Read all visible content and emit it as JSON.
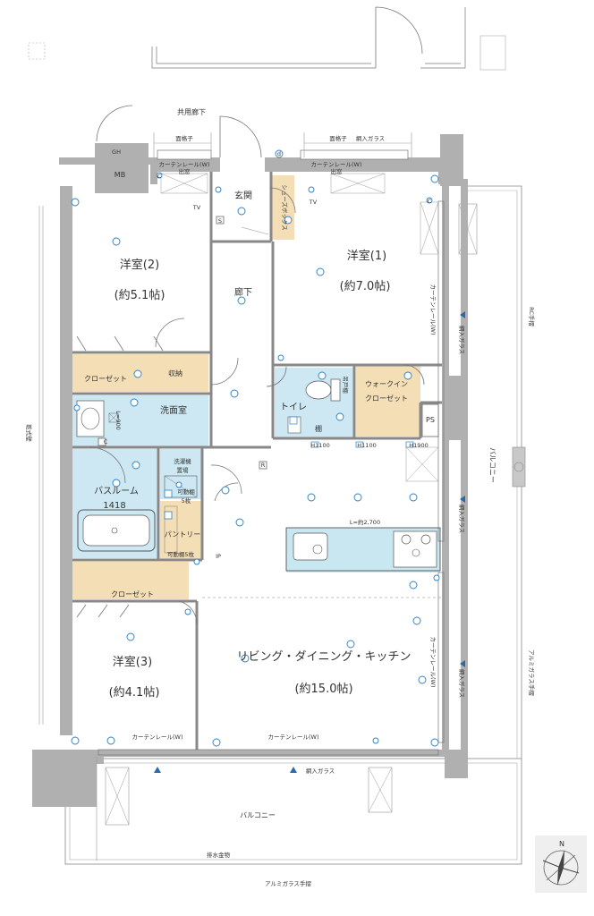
{
  "colors": {
    "wall": "#b0b0b0",
    "storage": "#f4deb6",
    "wet_area": "#cde8f2",
    "kitchen": "#c9e7f0",
    "symbol_blue": "#2a7fc4",
    "text": "#333333"
  },
  "rooms": {
    "western1_name": "洋室(1)",
    "western1_size": "(約7.0帖)",
    "western2_name": "洋室(2)",
    "western2_size": "(約5.1帖)",
    "western3_name": "洋室(3)",
    "western3_size": "(約4.1帖)",
    "ldk_name": "リビング・ダイニング・キッチン",
    "ldk_size": "(約15.0帖)",
    "entrance": "玄関",
    "hallway": "廊下",
    "washroom": "洗面室",
    "toilet": "トイレ",
    "bathroom": "バスルーム",
    "bathroom_size": "1418",
    "walkin1": "ウォークイン",
    "walkin2": "クローゼット",
    "closet": "クローゼット",
    "storage": "収納",
    "pantry": "パントリー",
    "shelf": "棚",
    "hanging_shelf": "吊戸棚",
    "laundry1": "洗濯機",
    "laundry2": "置場",
    "movable_shelf": "可動棚",
    "movable_shelf_count": "5枚",
    "movable_shelf_5": "可動棚5枚",
    "shoe_box": "シューズボックス",
    "ps": "PS",
    "mb": "MB",
    "gh": "GH",
    "balcony_main": "バルコニー",
    "balcony_side": "バルコニー"
  },
  "labels": {
    "common_corridor": "共用廊下",
    "grille1": "面格子",
    "grille2": "面格子",
    "wired_glass_top": "網入ガラス",
    "curtain_rail_w_top1": "カーテンレール(W)",
    "curtain_rail_w_top2": "カーテンレール(W)",
    "bay1": "出窓",
    "bay2": "出窓",
    "curtain_rail_w_r1": "カーテンレール(W)",
    "curtain_rail_w_r2": "カーテンレール(W)",
    "curtain_rail_w_b1": "カーテンレール(W)",
    "curtain_rail_w_b2": "カーテンレール(W)",
    "wired_glass_r1": "網入ガラス",
    "wired_glass_r2": "網入ガラス",
    "wired_glass_r3": "網入ガラス",
    "wired_glass_bottom": "網入ガラス",
    "rc_railing": "RC手摺",
    "alu_glass_railing_r": "アルミガラス手摺",
    "alu_glass_railing_b": "アルミガラス手摺",
    "dry_wall": "乾式壁",
    "kitchen_length": "L=約2,700",
    "washroom_width": "L=900",
    "drain_hardware": "排水金物",
    "h1100_a": "H1100",
    "h1100_b": "H1100",
    "h1900": "H1900",
    "ip": "IP",
    "compass_n": "N",
    "sym_tv": "TV",
    "sym_c": "C",
    "sym_r": "R",
    "sym_s": "S",
    "sym_d": "d"
  }
}
